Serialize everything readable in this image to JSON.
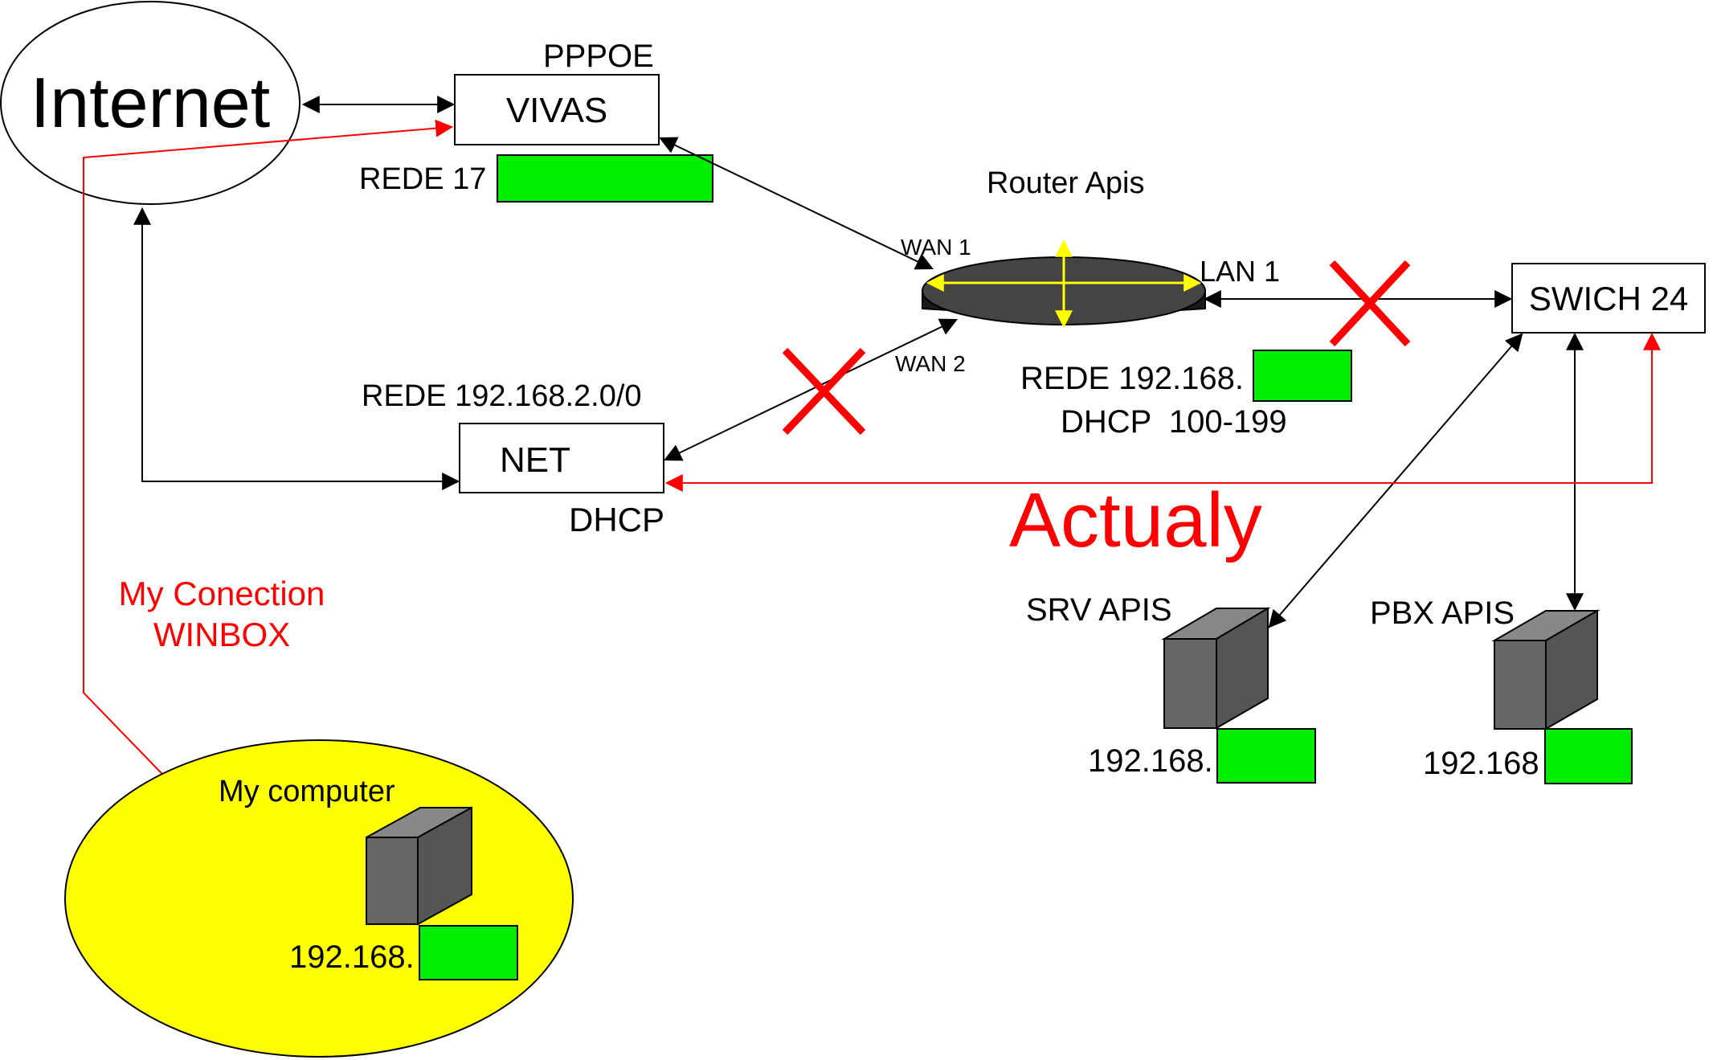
{
  "internet": {
    "label": "Internet"
  },
  "vivas": {
    "label": "VIVAS",
    "protocol": "PPPOE",
    "network": "REDE 17"
  },
  "router": {
    "title": "Router Apis",
    "wan1": "WAN 1",
    "wan2": "WAN 2",
    "lan1": "LAN 1",
    "network": "REDE 192.168.",
    "dhcp": "DHCP  100-199"
  },
  "net": {
    "label": "NET",
    "network": "REDE 192.168.2.0/0",
    "dhcp": "DHCP"
  },
  "switch": {
    "label": "SWICH 24"
  },
  "actualy": {
    "label": "Actualy"
  },
  "winbox": {
    "line1": "My Conection",
    "line2": "WINBOX"
  },
  "my_computer": {
    "label": "My computer",
    "ip": "192.168."
  },
  "srv": {
    "label": "SRV APIS",
    "ip": "192.168."
  },
  "pbx": {
    "label": "PBX APIS",
    "ip": "192.168"
  },
  "colors": {
    "ip_fill": "#00ee00",
    "highlight": "#ffff00",
    "alert": "#ff0000",
    "device_gray": "#666666",
    "router_arrows": "#ffff00"
  }
}
